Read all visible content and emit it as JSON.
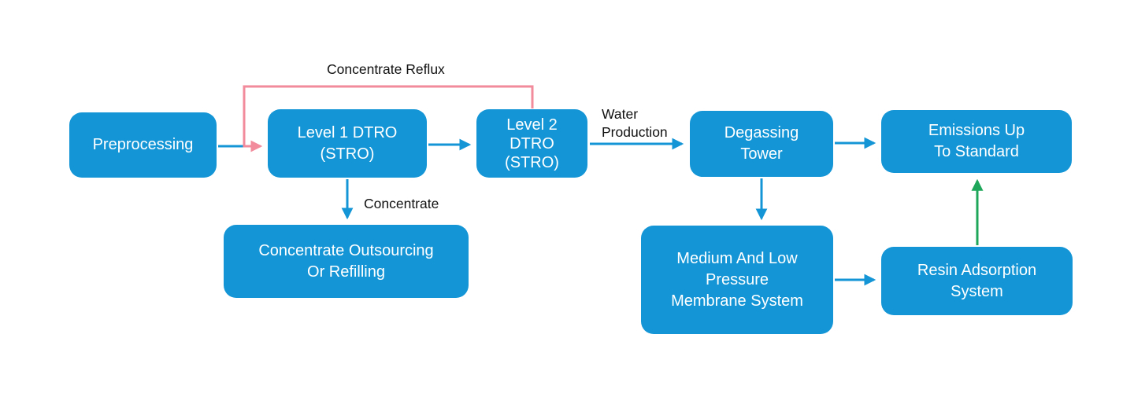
{
  "diagram": {
    "type": "flowchart",
    "nodes": [
      {
        "id": "preprocessing",
        "label": "Preprocessing"
      },
      {
        "id": "level-1-dtro",
        "label": "Level 1 DTRO\n(STRO)"
      },
      {
        "id": "level-2-dtro",
        "label": "Level 2\nDTRO\n(STRO)"
      },
      {
        "id": "degassing-tower",
        "label": "Degassing\nTower"
      },
      {
        "id": "emissions-up-to-standard",
        "label": "Emissions Up\nTo Standard"
      },
      {
        "id": "concentrate-outsourcing",
        "label": "Concentrate Outsourcing\nOr Refilling"
      },
      {
        "id": "membrane-system",
        "label": "Medium And Low\nPressure\nMembrane System"
      },
      {
        "id": "resin-adsorption-system",
        "label": "Resin Adsorption\nSystem"
      }
    ],
    "edge_labels": {
      "concentrate_reflux": "Concentrate Reflux",
      "water_production": "Water\nProduction",
      "concentrate": "Concentrate"
    },
    "colors": {
      "node_fill": "#1496d6",
      "node_text": "#ffffff",
      "arrow_blue": "#1496d6",
      "arrow_pink": "#f28b9b",
      "arrow_green": "#1ea75a",
      "label_text": "#111111"
    }
  }
}
